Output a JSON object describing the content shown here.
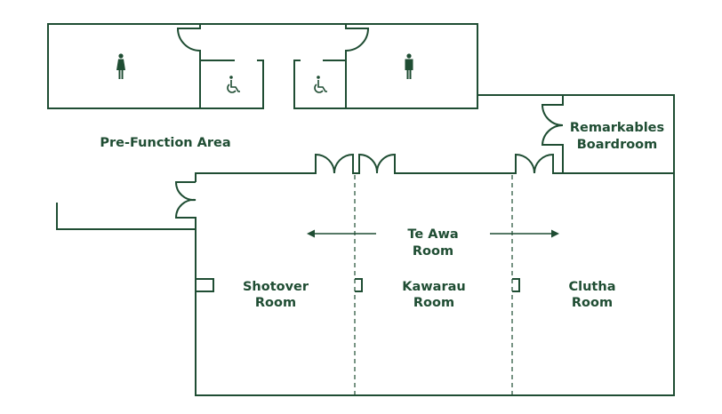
{
  "colors": {
    "primary": "#1f4d33",
    "background": "#ffffff"
  },
  "rooms": {
    "pre_function": "Pre-Function Area",
    "remarkables": {
      "line1": "Remarkables",
      "line2": "Boardroom"
    },
    "te_awa": {
      "line1": "Te Awa",
      "line2": "Room"
    },
    "shotover": {
      "line1": "Shotover",
      "line2": "Room"
    },
    "kawarau": {
      "line1": "Kawarau",
      "line2": "Room"
    },
    "clutha": {
      "line1": "Clutha",
      "line2": "Room"
    }
  },
  "icons": [
    "female-restroom-icon",
    "accessible-restroom-icon",
    "accessible-restroom-icon",
    "male-restroom-icon"
  ]
}
